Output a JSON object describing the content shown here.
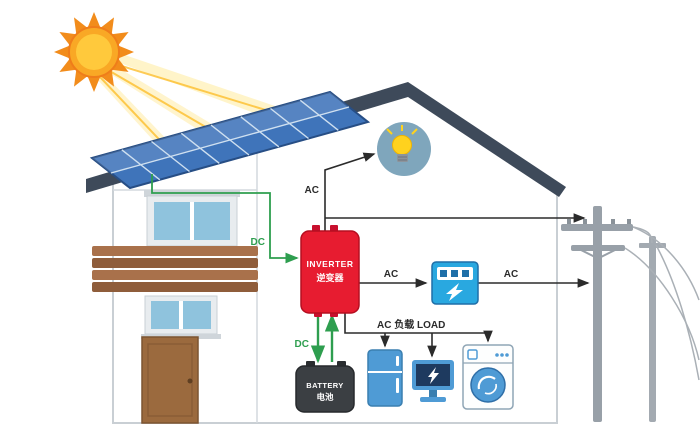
{
  "flow_labels": {
    "dc_panels_to_inverter": "DC",
    "ac_inverter_to_bulb": "AC",
    "ac_inverter_to_meter": "AC",
    "ac_meter_to_grid": "AC",
    "dc_inverter_battery": "DC",
    "ac_load_line": "AC 负载 LOAD"
  },
  "components": {
    "inverter": {
      "label_en": "INVERTER",
      "label_zh": "逆变器",
      "color": "#e71c30"
    },
    "battery": {
      "label_en": "BATTERY",
      "label_zh": "电池",
      "color": "#3b3f43"
    },
    "meter": {
      "color": "#29a8e0"
    },
    "appliances": {
      "color": "#4f9bd5"
    },
    "bulb_circle": {
      "color": "#7fa6bc"
    },
    "solar_panel": {
      "color": "#3f74ba"
    }
  },
  "colors": {
    "dc_line": "#2e9e4f",
    "ac_line": "#2b2b2b",
    "roof": "#3e4a5a",
    "sun_core": "#f9a825",
    "sun_rays": "#f28c1b",
    "wood": "#a9714b",
    "pole_gray": "#98a0a8"
  },
  "icons": [
    "sun-icon",
    "solar-panel-icon",
    "house-icon",
    "light-bulb-icon",
    "inverter-icon",
    "electric-meter-icon",
    "battery-icon",
    "refrigerator-icon",
    "monitor-icon",
    "washing-machine-icon",
    "power-pole-icon"
  ]
}
